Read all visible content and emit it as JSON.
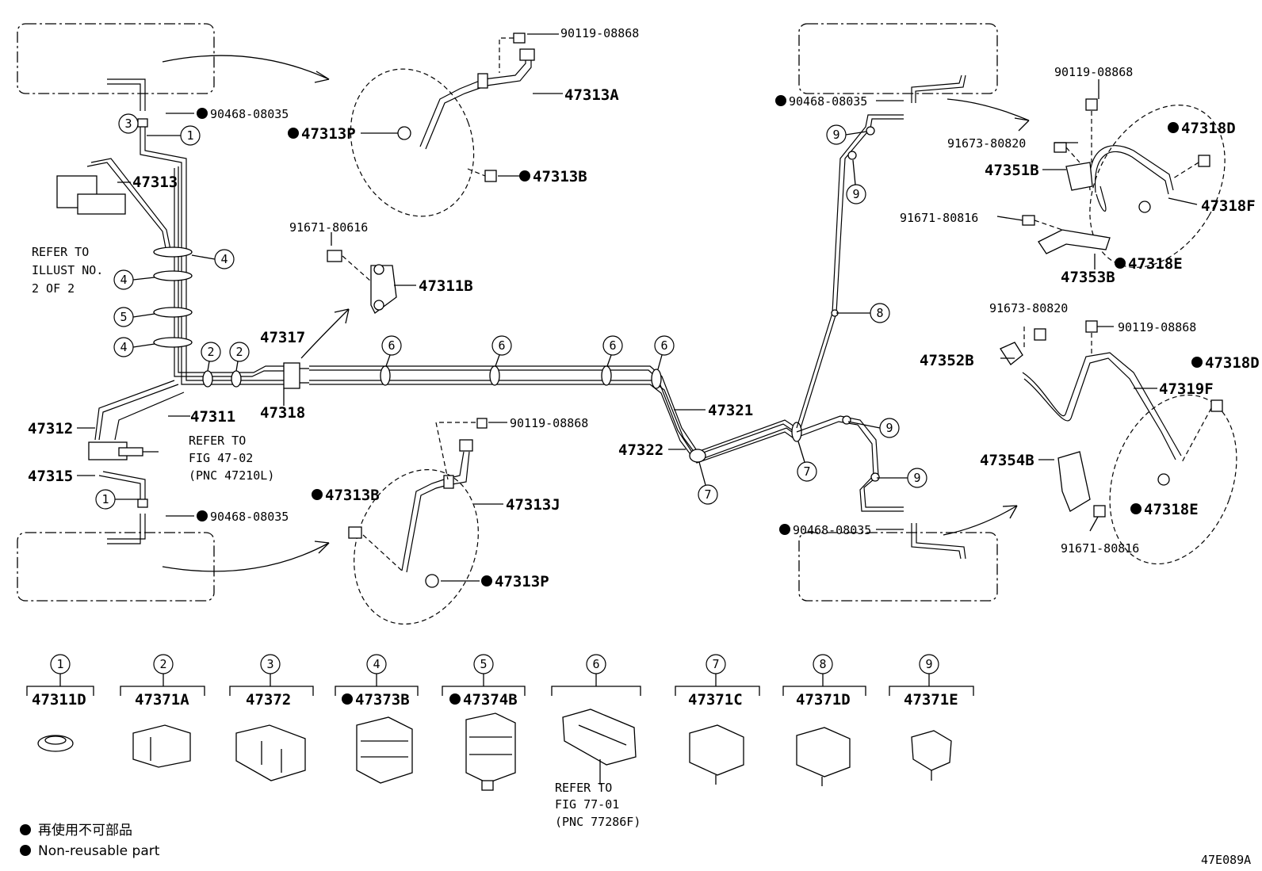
{
  "labels": {
    "l90119a": "90119-08868",
    "l47313A": "47313A",
    "l47313P_top": "47313P",
    "l47313B_top": "47313B",
    "l90468_tl": "90468-08035",
    "l47313": "47313",
    "l91671_80616": "91671-80616",
    "l47311B": "47311B",
    "l47317": "47317",
    "l47318": "47318",
    "l47311": "47311",
    "l47312": "47312",
    "l47315": "47315",
    "l90468_bl": "90468-08035",
    "l90119b": "90119-08868",
    "l47313B_bot": "47313B",
    "l47313J": "47313J",
    "l47313P_bot": "47313P",
    "l47321": "47321",
    "l47322": "47322",
    "l90468_tr": "90468-08035",
    "l90468_br": "90468-08035",
    "l90119c": "90119-08868",
    "l47318D_top": "47318D",
    "l91673_top": "91673-80820",
    "l47351B": "47351B",
    "l47318F": "47318F",
    "l91671_80816_top": "91671-80816",
    "l47318E_top": "47318E",
    "l47353B": "47353B",
    "l91673_bot": "91673-80820",
    "l90119d": "90119-08868",
    "l47352B": "47352B",
    "l47318D_bot": "47318D",
    "l47319F": "47319F",
    "l47354B": "47354B",
    "l47318E_bot": "47318E",
    "l91671_80816_bot": "91671-80816"
  },
  "refer_notes": {
    "illust_1": "REFER TO",
    "illust_2": "ILLUST NO.",
    "illust_3": "2 OF 2",
    "fig4702_1": "REFER TO",
    "fig4702_2": "FIG 47-02",
    "fig4702_3": "(PNC 47210L)",
    "fig7701_1": "REFER TO",
    "fig7701_2": "FIG 77-01",
    "fig7701_3": "(PNC 77286F)"
  },
  "callouts": [
    "1",
    "2",
    "3",
    "4",
    "5",
    "6",
    "7",
    "8",
    "9"
  ],
  "clamp_parts": [
    {
      "ref": "1",
      "part": "47311D"
    },
    {
      "ref": "2",
      "part": "47371A"
    },
    {
      "ref": "3",
      "part": "47372"
    },
    {
      "ref": "4",
      "part": "47373B"
    },
    {
      "ref": "5",
      "part": "47374B"
    },
    {
      "ref": "6",
      "part": ""
    },
    {
      "ref": "7",
      "part": "47371C"
    },
    {
      "ref": "8",
      "part": "47371D"
    },
    {
      "ref": "9",
      "part": "47371E"
    }
  ],
  "legend": {
    "line1": "再使用不可部品",
    "line2": "Non-reusable part"
  },
  "illustration_code": "47E089A"
}
